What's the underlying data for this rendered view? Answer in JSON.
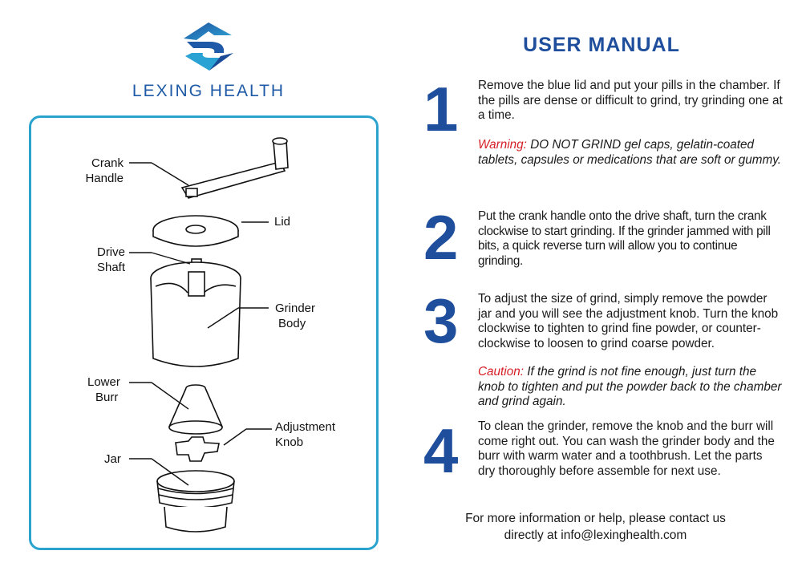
{
  "brand": {
    "name": "LEXING HEALTH",
    "colors": {
      "primary": "#1f4f9c",
      "accent": "#2ba3cf",
      "warning": "#d61f26"
    }
  },
  "diagram": {
    "labels": {
      "crank_handle_1": "Crank",
      "crank_handle_2": "Handle",
      "lid": "Lid",
      "drive_shaft_1": "Drive",
      "drive_shaft_2": "Shaft",
      "grinder_body_1": "Grinder",
      "grinder_body_2": "Body",
      "lower_burr_1": "Lower",
      "lower_burr_2": "Burr",
      "adjustment_knob_1": "Adjustment",
      "adjustment_knob_2": "Knob",
      "jar": "Jar"
    }
  },
  "manual": {
    "title": "USER MANUAL",
    "steps": [
      {
        "number": "1",
        "text": "Remove the blue lid and put your pills in the chamber. If the pills are dense or difficult to grind, try grinding one at a time.",
        "note_tag": "Warning:",
        "note_text": "DO NOT GRIND gel caps, gelatin-coated tablets, capsules or medications that are soft or gummy."
      },
      {
        "number": "2",
        "text": "Put the crank handle onto the drive shaft, turn the crank clockwise to start grinding. If the grinder jammed with pill bits, a quick reverse turn will allow you to continue grinding."
      },
      {
        "number": "3",
        "text": "To adjust the size of grind, simply remove the powder jar and you will see the adjustment knob. Turn the knob clockwise to tighten to grind fine powder, or counter-clockwise to loosen to grind coarse powder.",
        "note_tag": "Caution:",
        "note_text": "If the grind is not fine enough, just turn the knob to tighten and put the powder back to the chamber and grind again."
      },
      {
        "number": "4",
        "text": "To clean the grinder, remove the knob and the burr will come right out. You can wash the grinder body and the burr with warm water and a toothbrush. Let the parts dry thoroughly before assemble for next use."
      }
    ],
    "contact_line1": "For more information or help, please contact us",
    "contact_line2": "directly at info@lexinghealth.com"
  }
}
